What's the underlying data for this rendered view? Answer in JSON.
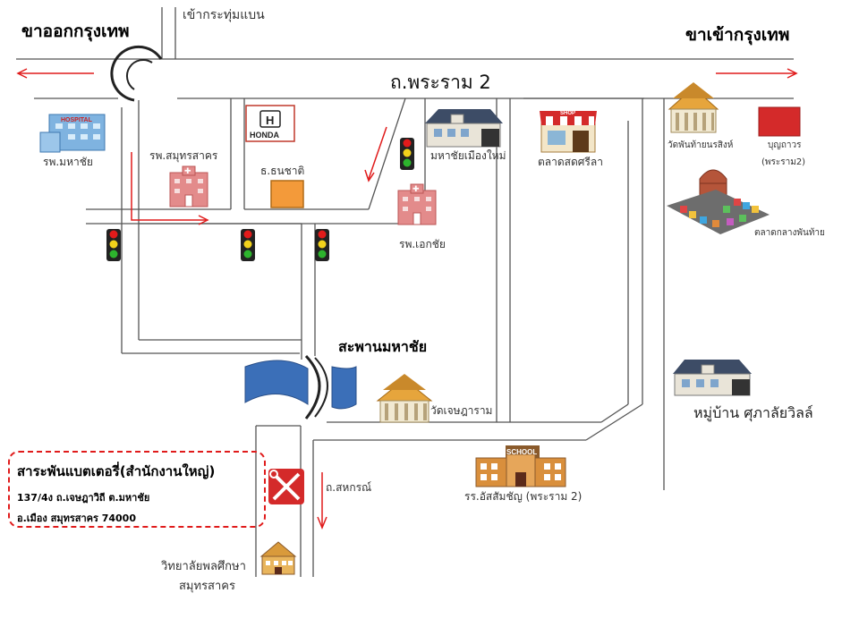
{
  "directions": {
    "outbound": "ขาออกกรุงเทพ",
    "inbound": "ขาเข้ากรุงเทพ"
  },
  "roads": {
    "main": "ถ.พระราม 2",
    "to_krathum_baen": "เข้ากระทุ่มแบน",
    "sahakorn": "ถ.สหกรณ์"
  },
  "bridge": "สะพานมหาชัย",
  "landmarks": {
    "mahachai_hospital": "รพ.มหาชัย",
    "samut_sakhon_hospital": "รพ.สมุทรสาคร",
    "thanachart_bank": "ธ.ธนชาติ",
    "honda_logo": "HONDA",
    "mahachai_muang_mai": "มหาชัยเมืองใหม่",
    "ekachai_hospital": "รพ.เอกชัย",
    "talat_sot_sri_la": "ตลาดสดศรีลา",
    "wat_phan_thai": "วัดพันท้ายนรสิงห์",
    "bunthawon_line1": "บุญถาวร",
    "bunthawon_line2": "(พระราม2)",
    "talat_klang": "ตลาดกลางพันท้าย",
    "wat_chet": "วัดเจษฎาราม",
    "village": "หมู่บ้าน ศุภาลัยวิลล์",
    "school": "รร.อัสสัมชัญ (พระราม 2)",
    "school_sign": "SCHOOL",
    "college_line1": "วิทยาลัยพลศึกษา",
    "college_line2": "สมุทรสาคร",
    "hospital_sign": "HOSPITAL",
    "shop_sign": "SHOP"
  },
  "headquarters": {
    "title": "สาระพันแบตเตอรี่(สำนักงานใหญ่)",
    "address1": "137/4ง ถ.เจษฎาวิถี ต.มหาชัย",
    "address2": "อ.เมือง สมุทรสาคร 74000"
  },
  "colors": {
    "arrow": "#e01b1b",
    "road_line": "#555555",
    "river": "#3b6fb8",
    "bank": "#f39a3a",
    "accent_red": "#d42a2a"
  }
}
